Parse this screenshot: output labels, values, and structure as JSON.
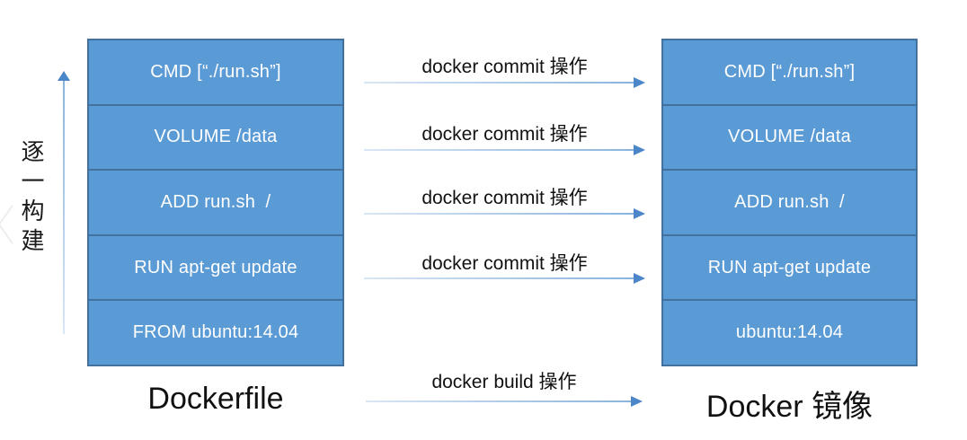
{
  "colors": {
    "box_fill": "#5b9bd5",
    "box_border": "#41719c",
    "arrow_line_light": "#9dc3e6",
    "arrow_head": "#4a86c8",
    "box_text": "#ffffff",
    "label_text": "#111111"
  },
  "left_stack": {
    "title": "Dockerfile",
    "rows": [
      {
        "label": "CMD [“./run.sh”]"
      },
      {
        "label": "VOLUME /data"
      },
      {
        "label": "ADD run.sh  /"
      },
      {
        "label": "RUN apt-get update"
      },
      {
        "label": "FROM ubuntu:14.04"
      }
    ]
  },
  "right_stack": {
    "title": "Docker 镜像",
    "rows": [
      {
        "label": "CMD [“./run.sh”]"
      },
      {
        "label": "VOLUME /data"
      },
      {
        "label": "ADD run.sh  /"
      },
      {
        "label": "RUN apt-get update"
      },
      {
        "label": "ubuntu:14.04"
      }
    ]
  },
  "commit_arrows": [
    {
      "label": "docker commit 操作"
    },
    {
      "label": "docker commit 操作"
    },
    {
      "label": "docker commit 操作"
    },
    {
      "label": "docker commit 操作"
    }
  ],
  "build_arrow": {
    "label": "docker build 操作"
  },
  "side_note": {
    "label": "逐一构建",
    "direction": "up"
  }
}
